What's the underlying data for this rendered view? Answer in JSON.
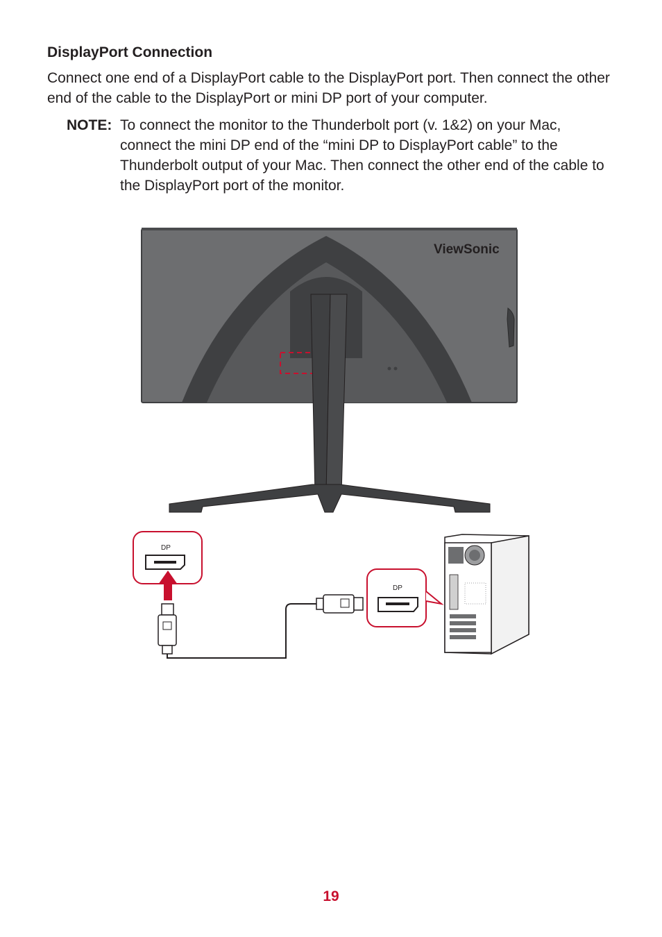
{
  "heading": "DisplayPort Connection",
  "body": "Connect one end of a DisplayPort cable to the DisplayPort port. Then connect the other end of the cable to the DisplayPort or mini DP port of your computer.",
  "note": {
    "label": "NOTE:",
    "text": "To connect the monitor to the Thunderbolt port (v. 1&2) on your Mac, connect the mini DP end of the “mini DP to DisplayPort cable” to the Thunderbolt output of your Mac. Then connect the other end of the cable to the DisplayPort port of the monitor."
  },
  "figure": {
    "brand": "ViewSonic",
    "monitor_port_label": "DP",
    "pc_port_label": "DP"
  },
  "page_number": "19",
  "colors": {
    "accent": "#c8102e",
    "text": "#231f20",
    "monitor_body": "#6d6e70",
    "monitor_dark": "#3f4042"
  }
}
